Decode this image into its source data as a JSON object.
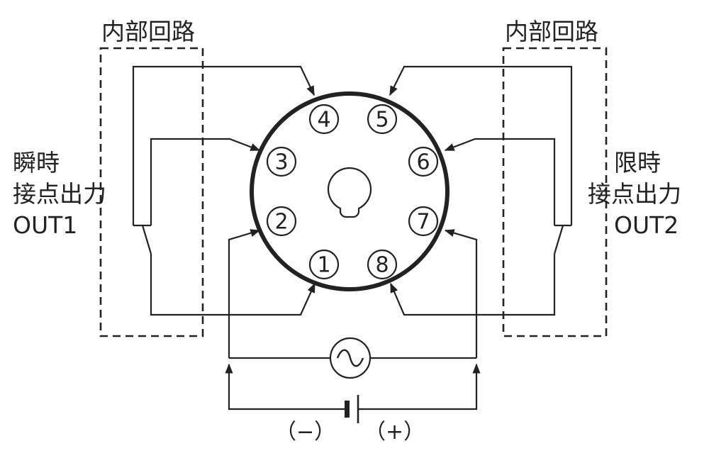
{
  "labels": {
    "internal_circuit_left": "内部回路",
    "internal_circuit_right": "内部回路",
    "out1_line1": "瞬時",
    "out1_line2": "接点出力",
    "out1_line3": "OUT1",
    "out2_line1": "限時",
    "out2_line2": "接点出力",
    "out2_line3": "OUT2",
    "minus": "（−）",
    "plus": "（+）"
  },
  "pins": [
    {
      "id": "1",
      "label": "1"
    },
    {
      "id": "2",
      "label": "2"
    },
    {
      "id": "3",
      "label": "3"
    },
    {
      "id": "4",
      "label": "4"
    },
    {
      "id": "5",
      "label": "5"
    },
    {
      "id": "6",
      "label": "6"
    },
    {
      "id": "7",
      "label": "7"
    },
    {
      "id": "8",
      "label": "8"
    }
  ]
}
